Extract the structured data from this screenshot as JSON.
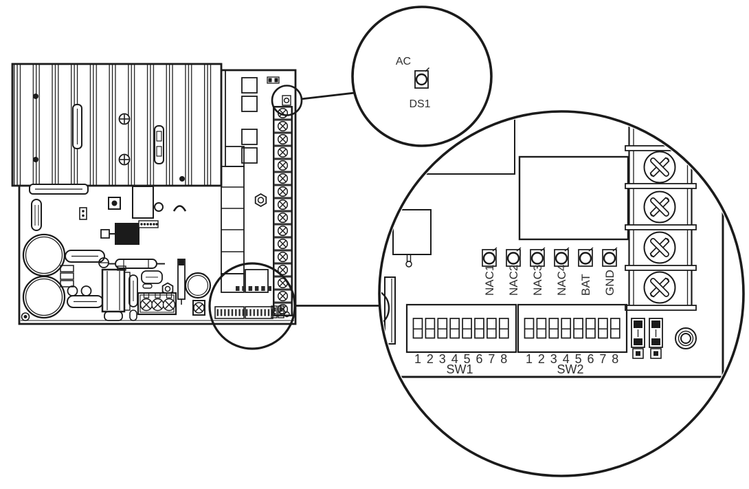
{
  "colors": {
    "line": "#1b1b1b",
    "text": "#2f2f2f",
    "background": "#ffffff"
  },
  "top_callout": {
    "label": "AC",
    "reference": "DS1"
  },
  "big_callout": {
    "led_labels": [
      "NAC1",
      "NAC2",
      "NAC3",
      "NAC4",
      "BAT",
      "GND"
    ],
    "dip_positions": [
      "1",
      "2",
      "3",
      "4",
      "5",
      "6",
      "7",
      "8"
    ],
    "sw_labels": [
      "SW1",
      "SW2"
    ]
  }
}
